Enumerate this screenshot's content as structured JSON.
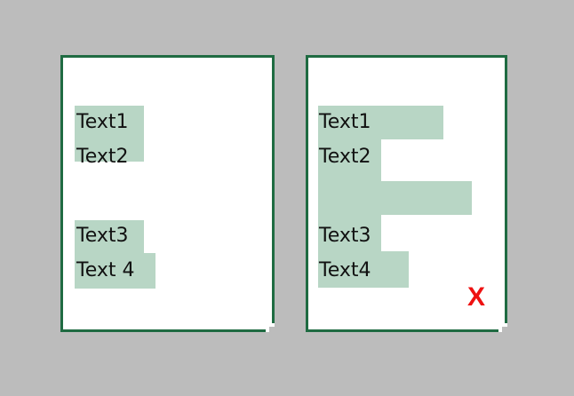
{
  "background_color": "#bcbcbc",
  "panels": [
    {
      "id": "left",
      "name": "document-panel-left",
      "border_color": "#1f6b42",
      "page_color": "#ffffff",
      "highlight_color": "#b8d6c5",
      "lines": [
        {
          "label": "Text1"
        },
        {
          "label": "Text2"
        },
        {
          "label": "Text3"
        },
        {
          "label": "Text 4"
        }
      ]
    },
    {
      "id": "right",
      "name": "document-panel-right",
      "border_color": "#1f6b42",
      "page_color": "#ffffff",
      "highlight_color": "#b8d6c5",
      "lines": [
        {
          "label": "Text1"
        },
        {
          "label": "Text2"
        },
        {
          "label": "Text3"
        },
        {
          "label": "Text4"
        }
      ],
      "annotation": {
        "label": "X",
        "color": "#ee1111"
      }
    }
  ]
}
